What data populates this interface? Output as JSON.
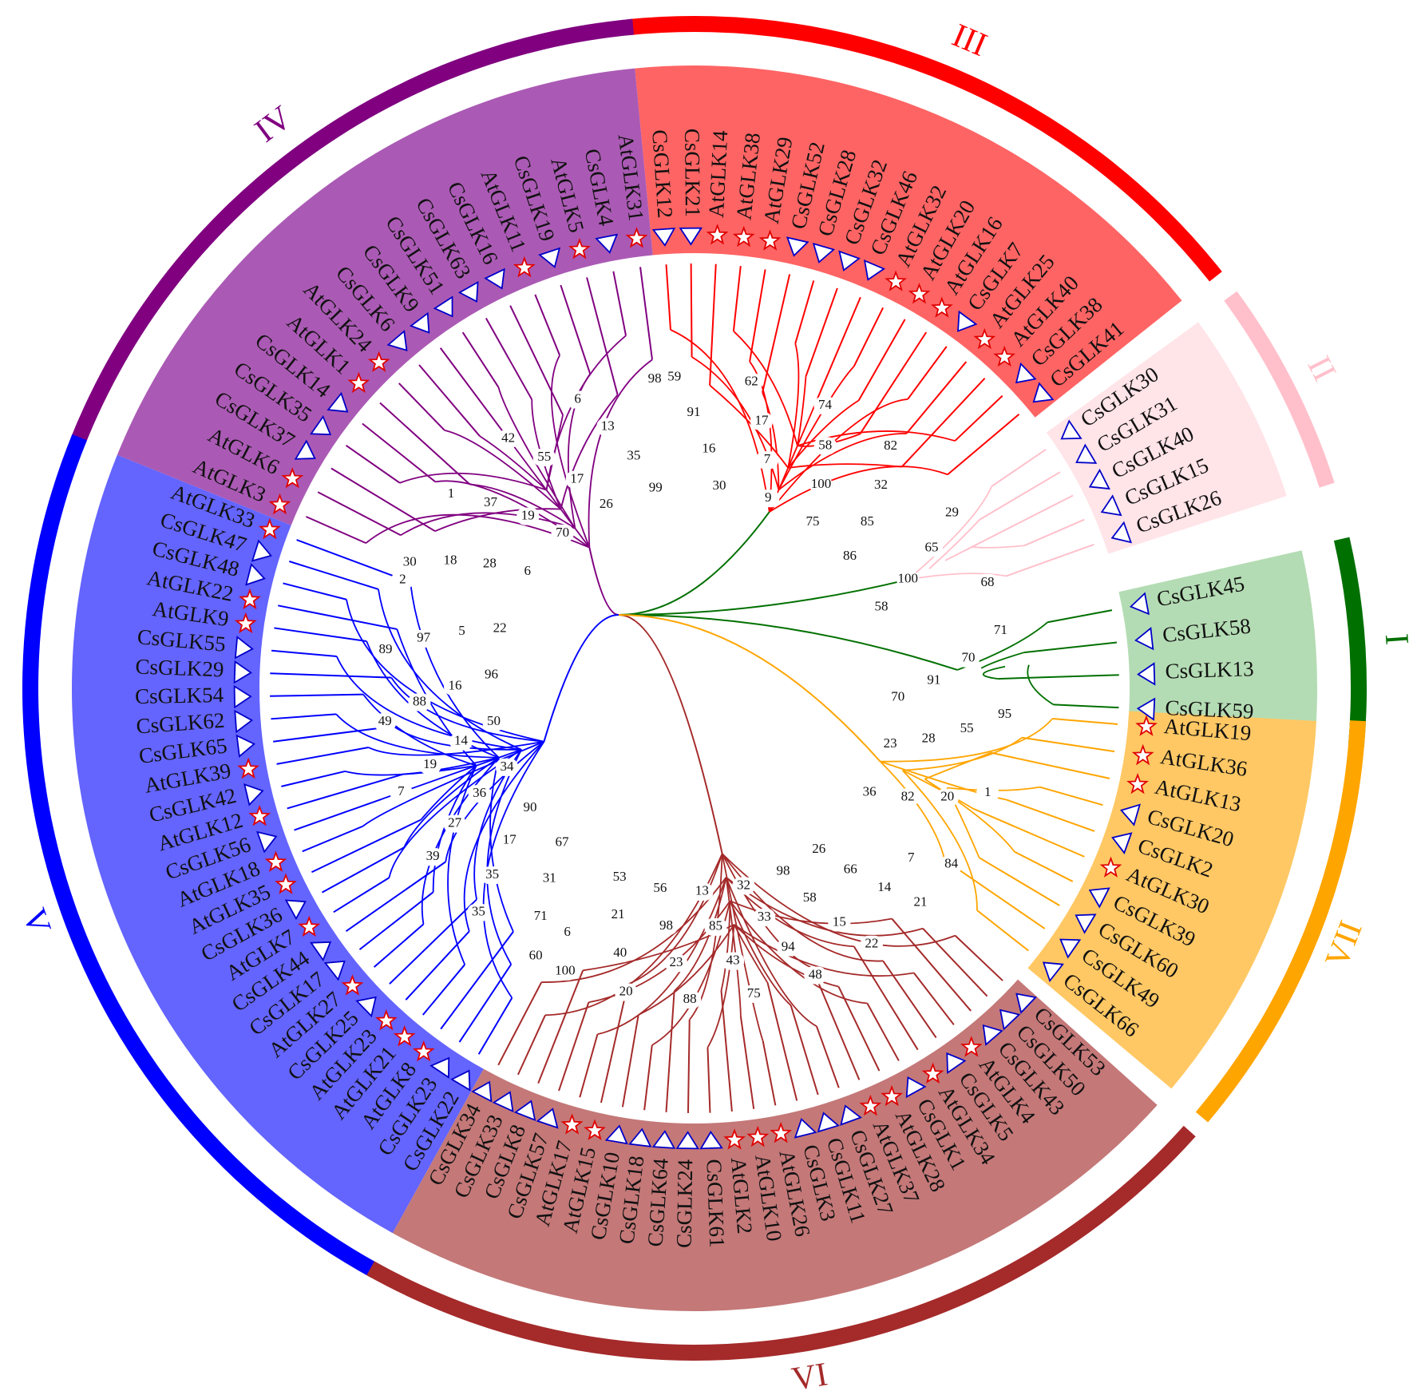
{
  "groups": [
    {
      "id": "I",
      "label": "I",
      "color": "#007000",
      "fill": "#b4dcb4",
      "members": [
        "CsGLK45",
        "CsGLK58",
        "CsGLK13",
        "CsGLK59"
      ],
      "supports": [
        "71",
        "70",
        "91",
        "70"
      ]
    },
    {
      "id": "II",
      "label": "II",
      "color": "#ffc0cb",
      "fill": "#ffe4e8",
      "members": [
        "CsGLK30",
        "CsGLK31",
        "CsGLK40",
        "CsGLK15",
        "CsGLK26"
      ],
      "supports": [
        "29",
        "65",
        "100",
        "58",
        "68"
      ]
    },
    {
      "id": "III",
      "label": "III",
      "color": "#ff0000",
      "fill": "#ff6464",
      "members": [
        "CsGLK12",
        "CsGLK21",
        "AtGLK14",
        "AtGLK38",
        "AtGLK29",
        "CsGLK52",
        "CsGLK28",
        "CsGLK32",
        "CsGLK46",
        "AtGLK32",
        "AtGLK20",
        "AtGLK16",
        "CsGLK7",
        "AtGLK25",
        "AtGLK40",
        "CsGLK38",
        "CsGLK41"
      ],
      "supports": [
        "59",
        "91",
        "16",
        "30",
        "62",
        "17",
        "7",
        "9",
        "74",
        "58",
        "100",
        "75",
        "82",
        "32",
        "85",
        "86"
      ]
    },
    {
      "id": "IV",
      "label": "IV",
      "color": "#800080",
      "fill": "#aa5ab4",
      "members": [
        "AtGLK3",
        "AtGLK6",
        "CsGLK37",
        "CsGLK35",
        "CsGLK14",
        "AtGLK1",
        "AtGLK24",
        "CsGLK6",
        "CsGLK9",
        "CsGLK51",
        "CsGLK63",
        "CsGLK16",
        "AtGLK11",
        "CsGLK19",
        "AtGLK5",
        "CsGLK4",
        "AtGLK31"
      ],
      "supports": [
        "30",
        "18",
        "28",
        "6",
        "1",
        "37",
        "19",
        "70",
        "42",
        "55",
        "17",
        "26",
        "6",
        "13",
        "35",
        "99",
        "98"
      ]
    },
    {
      "id": "V",
      "label": "V",
      "color": "#0000ff",
      "fill": "#6464ff",
      "members": [
        "CsGLK22",
        "CsGLK23",
        "AtGLK8",
        "AtGLK21",
        "AtGLK23",
        "CsGLK25",
        "AtGLK27",
        "CsGLK17",
        "CsGLK44",
        "AtGLK7",
        "CsGLK36",
        "AtGLK35",
        "AtGLK18",
        "CsGLK56",
        "AtGLK12",
        "CsGLK42",
        "AtGLK39",
        "CsGLK65",
        "CsGLK62",
        "CsGLK54",
        "CsGLK29",
        "CsGLK55",
        "AtGLK9",
        "AtGLK22",
        "CsGLK48",
        "CsGLK47",
        "AtGLK33"
      ],
      "supports": [
        "60",
        "71",
        "31",
        "67",
        "35",
        "35",
        "17",
        "90",
        "39",
        "27",
        "36",
        "34",
        "7",
        "19",
        "14",
        "50",
        "49",
        "88",
        "16",
        "96",
        "89",
        "97",
        "5",
        "22",
        "2"
      ]
    },
    {
      "id": "VI",
      "label": "VI",
      "color": "#a52a2a",
      "fill": "#c47878",
      "members": [
        "CsGLK53",
        "CsGLK50",
        "CsGLK43",
        "AtGLK4",
        "CsGLK5",
        "AtGLK34",
        "CsGLK1",
        "AtGLK28",
        "AtGLK37",
        "CsGLK27",
        "CsGLK11",
        "CsGLK3",
        "AtGLK26",
        "AtGLK10",
        "AtGLK2",
        "CsGLK61",
        "CsGLK24",
        "CsGLK64",
        "CsGLK18",
        "CsGLK10",
        "AtGLK15",
        "AtGLK17",
        "CsGLK57",
        "CsGLK8",
        "CsGLK33",
        "CsGLK34"
      ],
      "supports": [
        "21",
        "14",
        "66",
        "26",
        "22",
        "15",
        "58",
        "98",
        "48",
        "94",
        "33",
        "32",
        "75",
        "43",
        "85",
        "13",
        "88",
        "23",
        "98",
        "56",
        "20",
        "40",
        "21",
        "53",
        "100",
        "6"
      ]
    },
    {
      "id": "VII",
      "label": "VII",
      "color": "#ffa500",
      "fill": "#ffc864",
      "members": [
        "AtGLK19",
        "AtGLK36",
        "AtGLK13",
        "CsGLK20",
        "CsGLK2",
        "AtGLK30",
        "CsGLK39",
        "CsGLK60",
        "CsGLK49",
        "CsGLK66"
      ],
      "supports": [
        "95",
        "55",
        "28",
        "23",
        "1",
        "20",
        "82",
        "36",
        "84",
        "7"
      ]
    }
  ],
  "legend": {
    "star_color": "#e00000",
    "triangle_color": "#0000c8"
  }
}
